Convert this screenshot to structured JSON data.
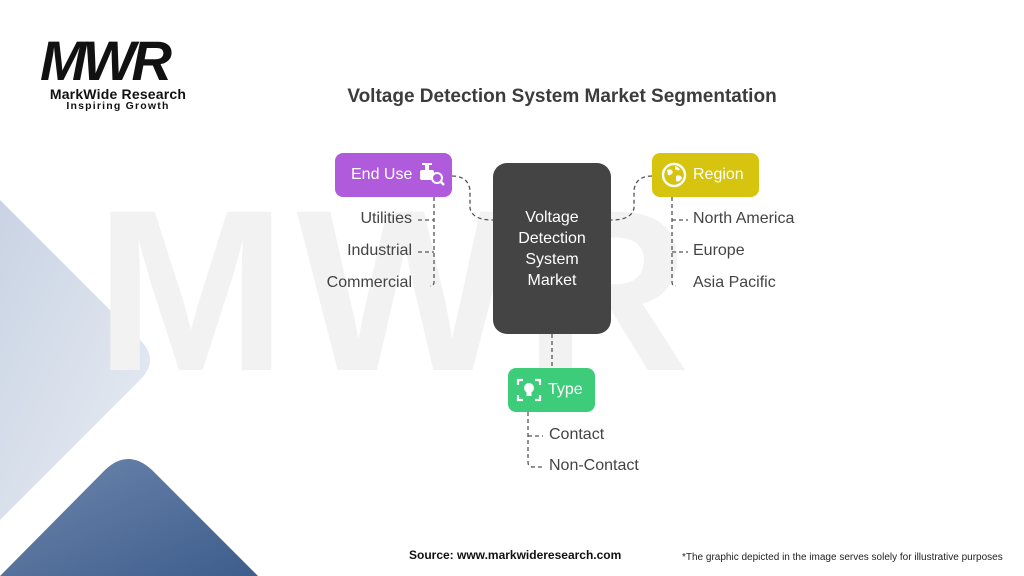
{
  "brand": {
    "name": "MarkWide Research",
    "tagline": "Inspiring Growth",
    "logo_text": "MWR"
  },
  "title": "Voltage Detection System Market Segmentation",
  "center": {
    "lines": [
      "Voltage",
      "Detection",
      "System",
      "Market"
    ]
  },
  "segments": {
    "end_use": {
      "label": "End Use",
      "color": "#b05bdc",
      "icon": "valve-search-icon",
      "items": [
        "Utilities",
        "Industrial",
        "Commercial"
      ]
    },
    "region": {
      "label": "Region",
      "color": "#d6c40f",
      "icon": "globe-icon",
      "items": [
        "North America",
        "Europe",
        "Asia Pacific"
      ]
    },
    "type": {
      "label": "Type",
      "color": "#3dcc7a",
      "icon": "scan-bulb-icon",
      "items": [
        "Contact",
        "Non-Contact"
      ]
    }
  },
  "footer": {
    "source": "Source: www.markwideresearch.com",
    "note": "*The graphic depicted in the image serves solely for illustrative purposes"
  }
}
